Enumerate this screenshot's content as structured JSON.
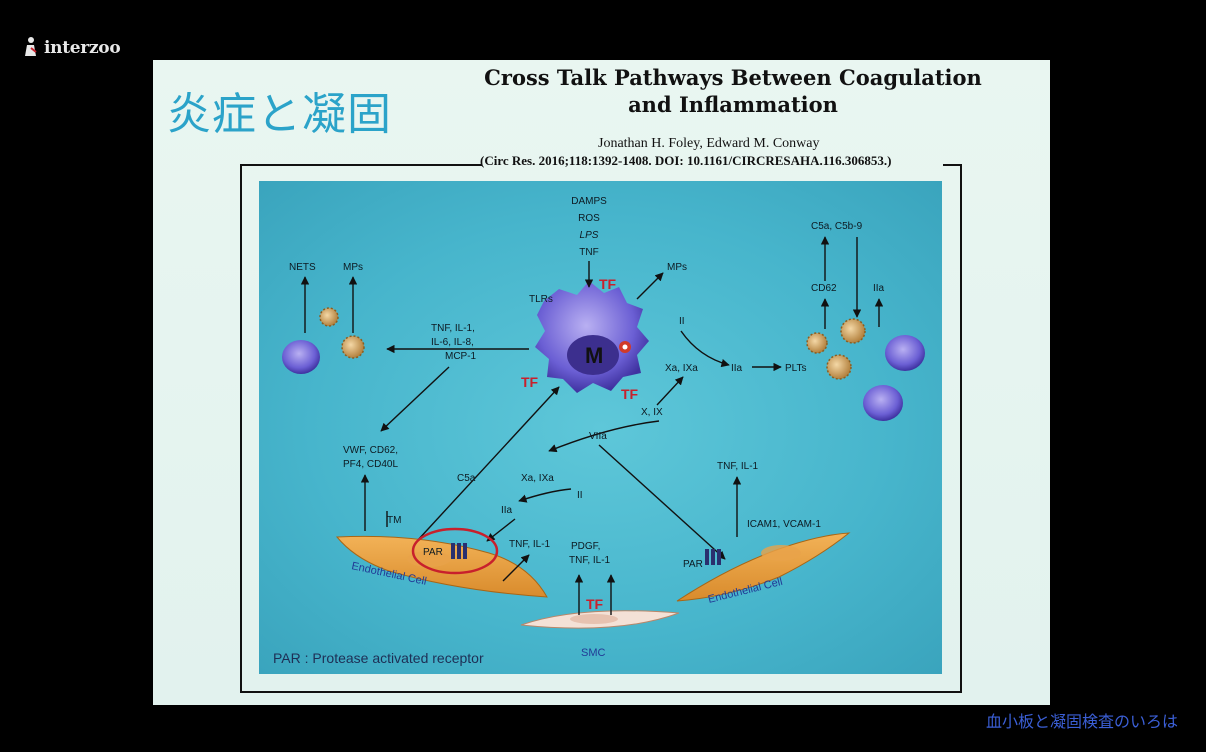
{
  "watermark": {
    "logo_text": "interzoo",
    "icon": "microscope-icon"
  },
  "slide": {
    "jp_title": "炎症と凝固",
    "paper_title_line1": "Cross Talk Pathways Between Coagulation",
    "paper_title_line2": "and Inflammation",
    "authors": "Jonathan H. Foley, Edward M. Conway",
    "citation": "(Circ Res. 2016;118:1392-1408. DOI: 10.1161/CIRCRESAHA.116.306853.)"
  },
  "figure": {
    "stimuli": [
      "DAMPS",
      "ROS",
      "LPS",
      "TNF"
    ],
    "labels": {
      "tlrs": "TLRs",
      "tf": "TF",
      "m": "M",
      "mps_top": "MPs",
      "nets": "NETS",
      "mps_left": "MPs",
      "cytokines1": "TNF, IL-1,",
      "cytokines2": "IL-6, IL-8,",
      "cytokines3": "MCP-1",
      "ii_top": "II",
      "xa_ixa_top": "Xa, IXa",
      "iia_top": "IIa",
      "plts": "PLTs",
      "c5a_c5b9": "C5a, C5b-9",
      "cd62": "CD62",
      "iia_right": "IIa",
      "x_ix": "X, IX",
      "viia": "VIIa",
      "vwf1": "VWF, CD62,",
      "vwf2": "PF4, CD40L",
      "c5a": "C5a",
      "xa_ixa_mid": "Xa, IXa",
      "ii_mid": "II",
      "iia_mid": "IIa",
      "tm": "TM",
      "par_left": "PAR",
      "tnf_il1_left": "TNF, IL-1",
      "endothelial_left": "Endothelial Cell",
      "pdgf1": "PDGF,",
      "pdgf2": "TNF, IL-1",
      "smc": "SMC",
      "tnf_il1_right": "TNF, IL-1",
      "icam": "ICAM1, VCAM-1",
      "par_right": "PAR",
      "endothelial_right": "Endothelial Cell",
      "par_legend": "PAR : Protease activated receptor"
    }
  },
  "bottom_caption": "血小板と凝固検査のいろは"
}
